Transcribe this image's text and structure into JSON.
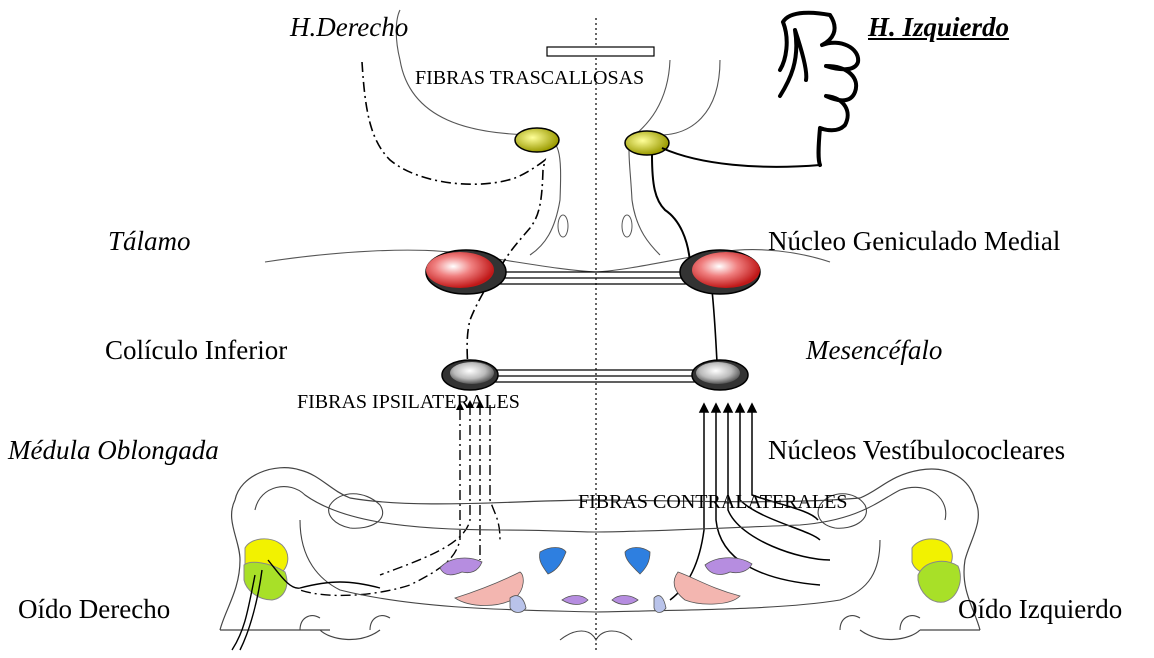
{
  "labels": {
    "right_hemisphere": "H.Derecho",
    "left_hemisphere": "H. Izquierdo",
    "transcallosal_fibers": "FIBRAS TRASCALLOSAS",
    "thalamus": "Tálamo",
    "medial_geniculate": "Núcleo Geniculado Medial",
    "inferior_colliculus": "Colículo Inferior",
    "midbrain": "Mesencéfalo",
    "ipsilateral_fibers": "FIBRAS IPSILATERALES",
    "medulla": "Médula Oblongada",
    "vestibulocochlear_nuclei": "Núcleos Vestíbulococleares",
    "contralateral_fibers": "FIBRAS CONTRALATERALES",
    "right_ear": "Oído Derecho",
    "left_ear": "Oído Izquierdo"
  },
  "colors": {
    "cortex_nucleus": "#d4d400",
    "geniculate": "#e03a3a",
    "colliculus": "#7a7a7a",
    "ear": "#f2f200",
    "ear_inner": "#a8e028",
    "nucleus_violet": "#b68de0",
    "nucleus_blue": "#2e7fe0",
    "nucleus_pink": "#f3b6b0",
    "nucleus_lavender": "#b9c3ea"
  }
}
